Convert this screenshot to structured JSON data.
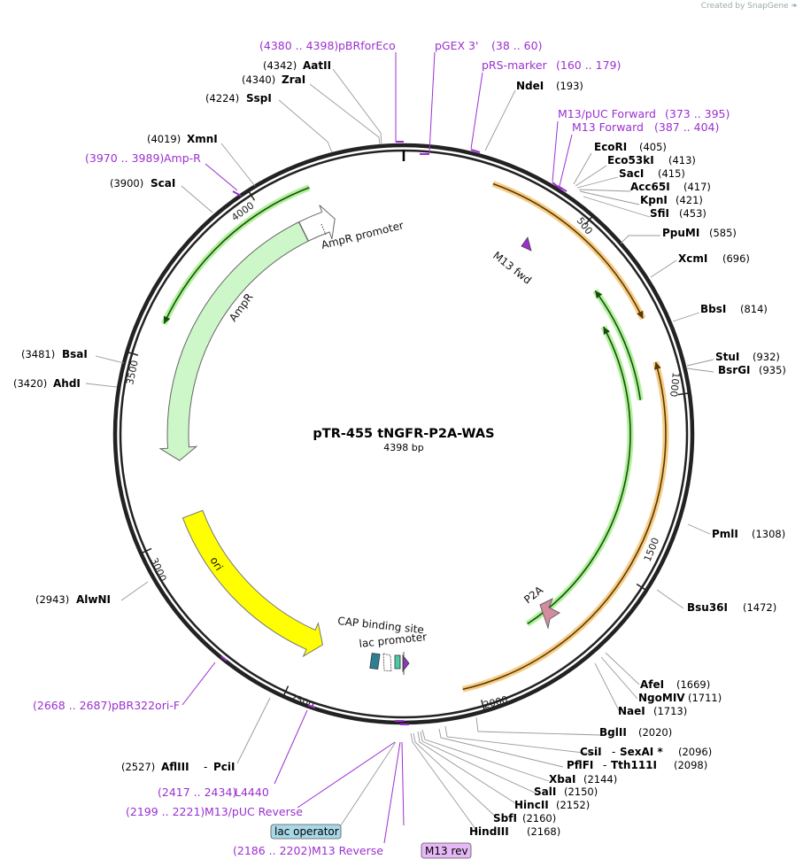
{
  "header": {
    "credit": "Created by SnapGene"
  },
  "plasmid": {
    "name": "pTR-455 tNGFR-P2A-WAS",
    "length_label": "4398 bp",
    "length": 4398
  },
  "ticks": [
    {
      "pos": 500,
      "label": "500"
    },
    {
      "pos": 1000,
      "label": "1000"
    },
    {
      "pos": 1500,
      "label": "1500"
    },
    {
      "pos": 2000,
      "label": "2000"
    },
    {
      "pos": 2500,
      "label": "2500"
    },
    {
      "pos": 3000,
      "label": "3000"
    },
    {
      "pos": 3500,
      "label": "3500"
    },
    {
      "pos": 4000,
      "label": "4000"
    }
  ],
  "enzymes": [
    {
      "name": "AatII",
      "pos_text": "(4342)",
      "pos": 4342
    },
    {
      "name": "ZraI",
      "pos_text": "(4340)",
      "pos": 4340
    },
    {
      "name": "SspI",
      "pos_text": "(4224)",
      "pos": 4224
    },
    {
      "name": "NdeI",
      "pos_text": "(193)",
      "pos": 193
    },
    {
      "name": "XmnI",
      "pos_text": "(4019)",
      "pos": 4019
    },
    {
      "name": "EcoRI",
      "pos_text": "(405)",
      "pos": 405
    },
    {
      "name": "Eco53kI",
      "pos_text": "(413)",
      "pos": 413
    },
    {
      "name": "SacI",
      "pos_text": "(415)",
      "pos": 415
    },
    {
      "name": "Acc65I",
      "pos_text": "(417)",
      "pos": 417
    },
    {
      "name": "KpnI",
      "pos_text": "(421)",
      "pos": 421
    },
    {
      "name": "SfiI",
      "pos_text": "(453)",
      "pos": 453
    },
    {
      "name": "ScaI",
      "pos_text": "(3900)",
      "pos": 3900
    },
    {
      "name": "PpuMI",
      "pos_text": "(585)",
      "pos": 585
    },
    {
      "name": "XcmI",
      "pos_text": "(696)",
      "pos": 696
    },
    {
      "name": "BbsI",
      "pos_text": "(814)",
      "pos": 814
    },
    {
      "name": "BsaI",
      "pos_text": "(3481)",
      "pos": 3481
    },
    {
      "name": "StuI",
      "pos_text": "(932)",
      "pos": 932
    },
    {
      "name": "BsrGI",
      "pos_text": "(935)",
      "pos": 935
    },
    {
      "name": "AhdI",
      "pos_text": "(3420)",
      "pos": 3420
    },
    {
      "name": "PmlI",
      "pos_text": "(1308)",
      "pos": 1308
    },
    {
      "name": "AlwNI",
      "pos_text": "(2943)",
      "pos": 2943
    },
    {
      "name": "Bsu36I",
      "pos_text": "(1472)",
      "pos": 1472
    },
    {
      "name": "AfeI",
      "pos_text": "(1669)",
      "pos": 1669
    },
    {
      "name": "NgoMIV",
      "pos_text": "(1711)",
      "pos": 1711
    },
    {
      "name": "NaeI",
      "pos_text": "(1713)",
      "pos": 1713
    },
    {
      "name": "BglII",
      "pos_text": "(2020)",
      "pos": 2020
    },
    {
      "name": "CsiI",
      "pos_text": "(2096)",
      "pos": 2096
    },
    {
      "name": "SexAI *",
      "pos_text": "",
      "pos": 2096
    },
    {
      "name": "PflFI",
      "pos_text": "",
      "pos": 2098
    },
    {
      "name": "Tth111I",
      "pos_text": "(2098)",
      "pos": 2098
    },
    {
      "name": "XbaI",
      "pos_text": "(2144)",
      "pos": 2144
    },
    {
      "name": "AflIII",
      "pos_text": "(2527)",
      "pos": 2527
    },
    {
      "name": "PciI",
      "pos_text": "",
      "pos": 2527
    },
    {
      "name": "SalI",
      "pos_text": "(2150)",
      "pos": 2150
    },
    {
      "name": "HincII",
      "pos_text": "(2152)",
      "pos": 2152
    },
    {
      "name": "SbfI",
      "pos_text": "(2160)",
      "pos": 2160
    },
    {
      "name": "HindIII",
      "pos_text": "(2168)",
      "pos": 2168
    }
  ],
  "primers": [
    {
      "name": "pBRforEco",
      "range": "(4380 .. 4398)",
      "start": 4380,
      "end": 4398
    },
    {
      "name": "pGEX 3'",
      "range": "(38 .. 60)",
      "start": 38,
      "end": 60
    },
    {
      "name": "pRS-marker",
      "range": "(160 .. 179)",
      "start": 160,
      "end": 179
    },
    {
      "name": "M13/pUC Forward",
      "range": "(373 .. 395)",
      "start": 373,
      "end": 395
    },
    {
      "name": "M13 Forward",
      "range": "(387 .. 404)",
      "start": 387,
      "end": 404
    },
    {
      "name": "Amp-R",
      "range": "(3970 .. 3989)",
      "start": 3970,
      "end": 3989
    },
    {
      "name": "pBR322ori-F",
      "range": "(2668 .. 2687)",
      "start": 2668,
      "end": 2687
    },
    {
      "name": "L4440",
      "range": "(2417 .. 2434)",
      "start": 2417,
      "end": 2434
    },
    {
      "name": "M13/pUC Reverse",
      "range": "(2199 .. 2221)",
      "start": 2199,
      "end": 2221
    },
    {
      "name": "M13 Reverse",
      "range": "(2186 .. 2202)",
      "start": 2186,
      "end": 2202
    }
  ],
  "features": [
    {
      "name": "AmpR promoter",
      "start": 4077,
      "end": 4181,
      "direction": "forward",
      "color": "#d4f5cf"
    },
    {
      "name": "AmpR",
      "start": 3216,
      "end": 4076,
      "direction": "reverse",
      "color": "#cdf7c8"
    },
    {
      "name": "ori",
      "start": 2456,
      "end": 3044,
      "direction": "reverse",
      "color": "#ffff00"
    },
    {
      "name": "P2A",
      "start": 1510,
      "end": 1566,
      "direction": "reverse",
      "color": "#d48ba0"
    },
    {
      "name": "M13 fwd",
      "start": 405,
      "end": 421,
      "direction": "forward",
      "color": "#9b30d0"
    },
    {
      "name": "CAP binding site",
      "start": 2362,
      "end": 2383,
      "direction": "none",
      "color": "#2f7f94"
    },
    {
      "name": "lac promoter",
      "start": 2227,
      "end": 2257,
      "direction": "forward",
      "color": "#ffffff"
    },
    {
      "name": "lac operator",
      "start": 2203,
      "end": 2219,
      "direction": "none",
      "color": "#4fc8c0"
    },
    {
      "name": "M13 rev",
      "start": 2189,
      "end": 2205,
      "direction": "reverse",
      "color": "#9b30d0"
    }
  ],
  "boxed_labels": [
    {
      "name": "lac operator",
      "fill": "#a8d8e8"
    },
    {
      "name": "M13 rev",
      "fill": "#e6b8f5"
    }
  ],
  "colors": {
    "primer": "#9b30d0",
    "orf_orange": "#f0a830",
    "orf_green": "#2e9e1e",
    "backbone": "#222222"
  }
}
